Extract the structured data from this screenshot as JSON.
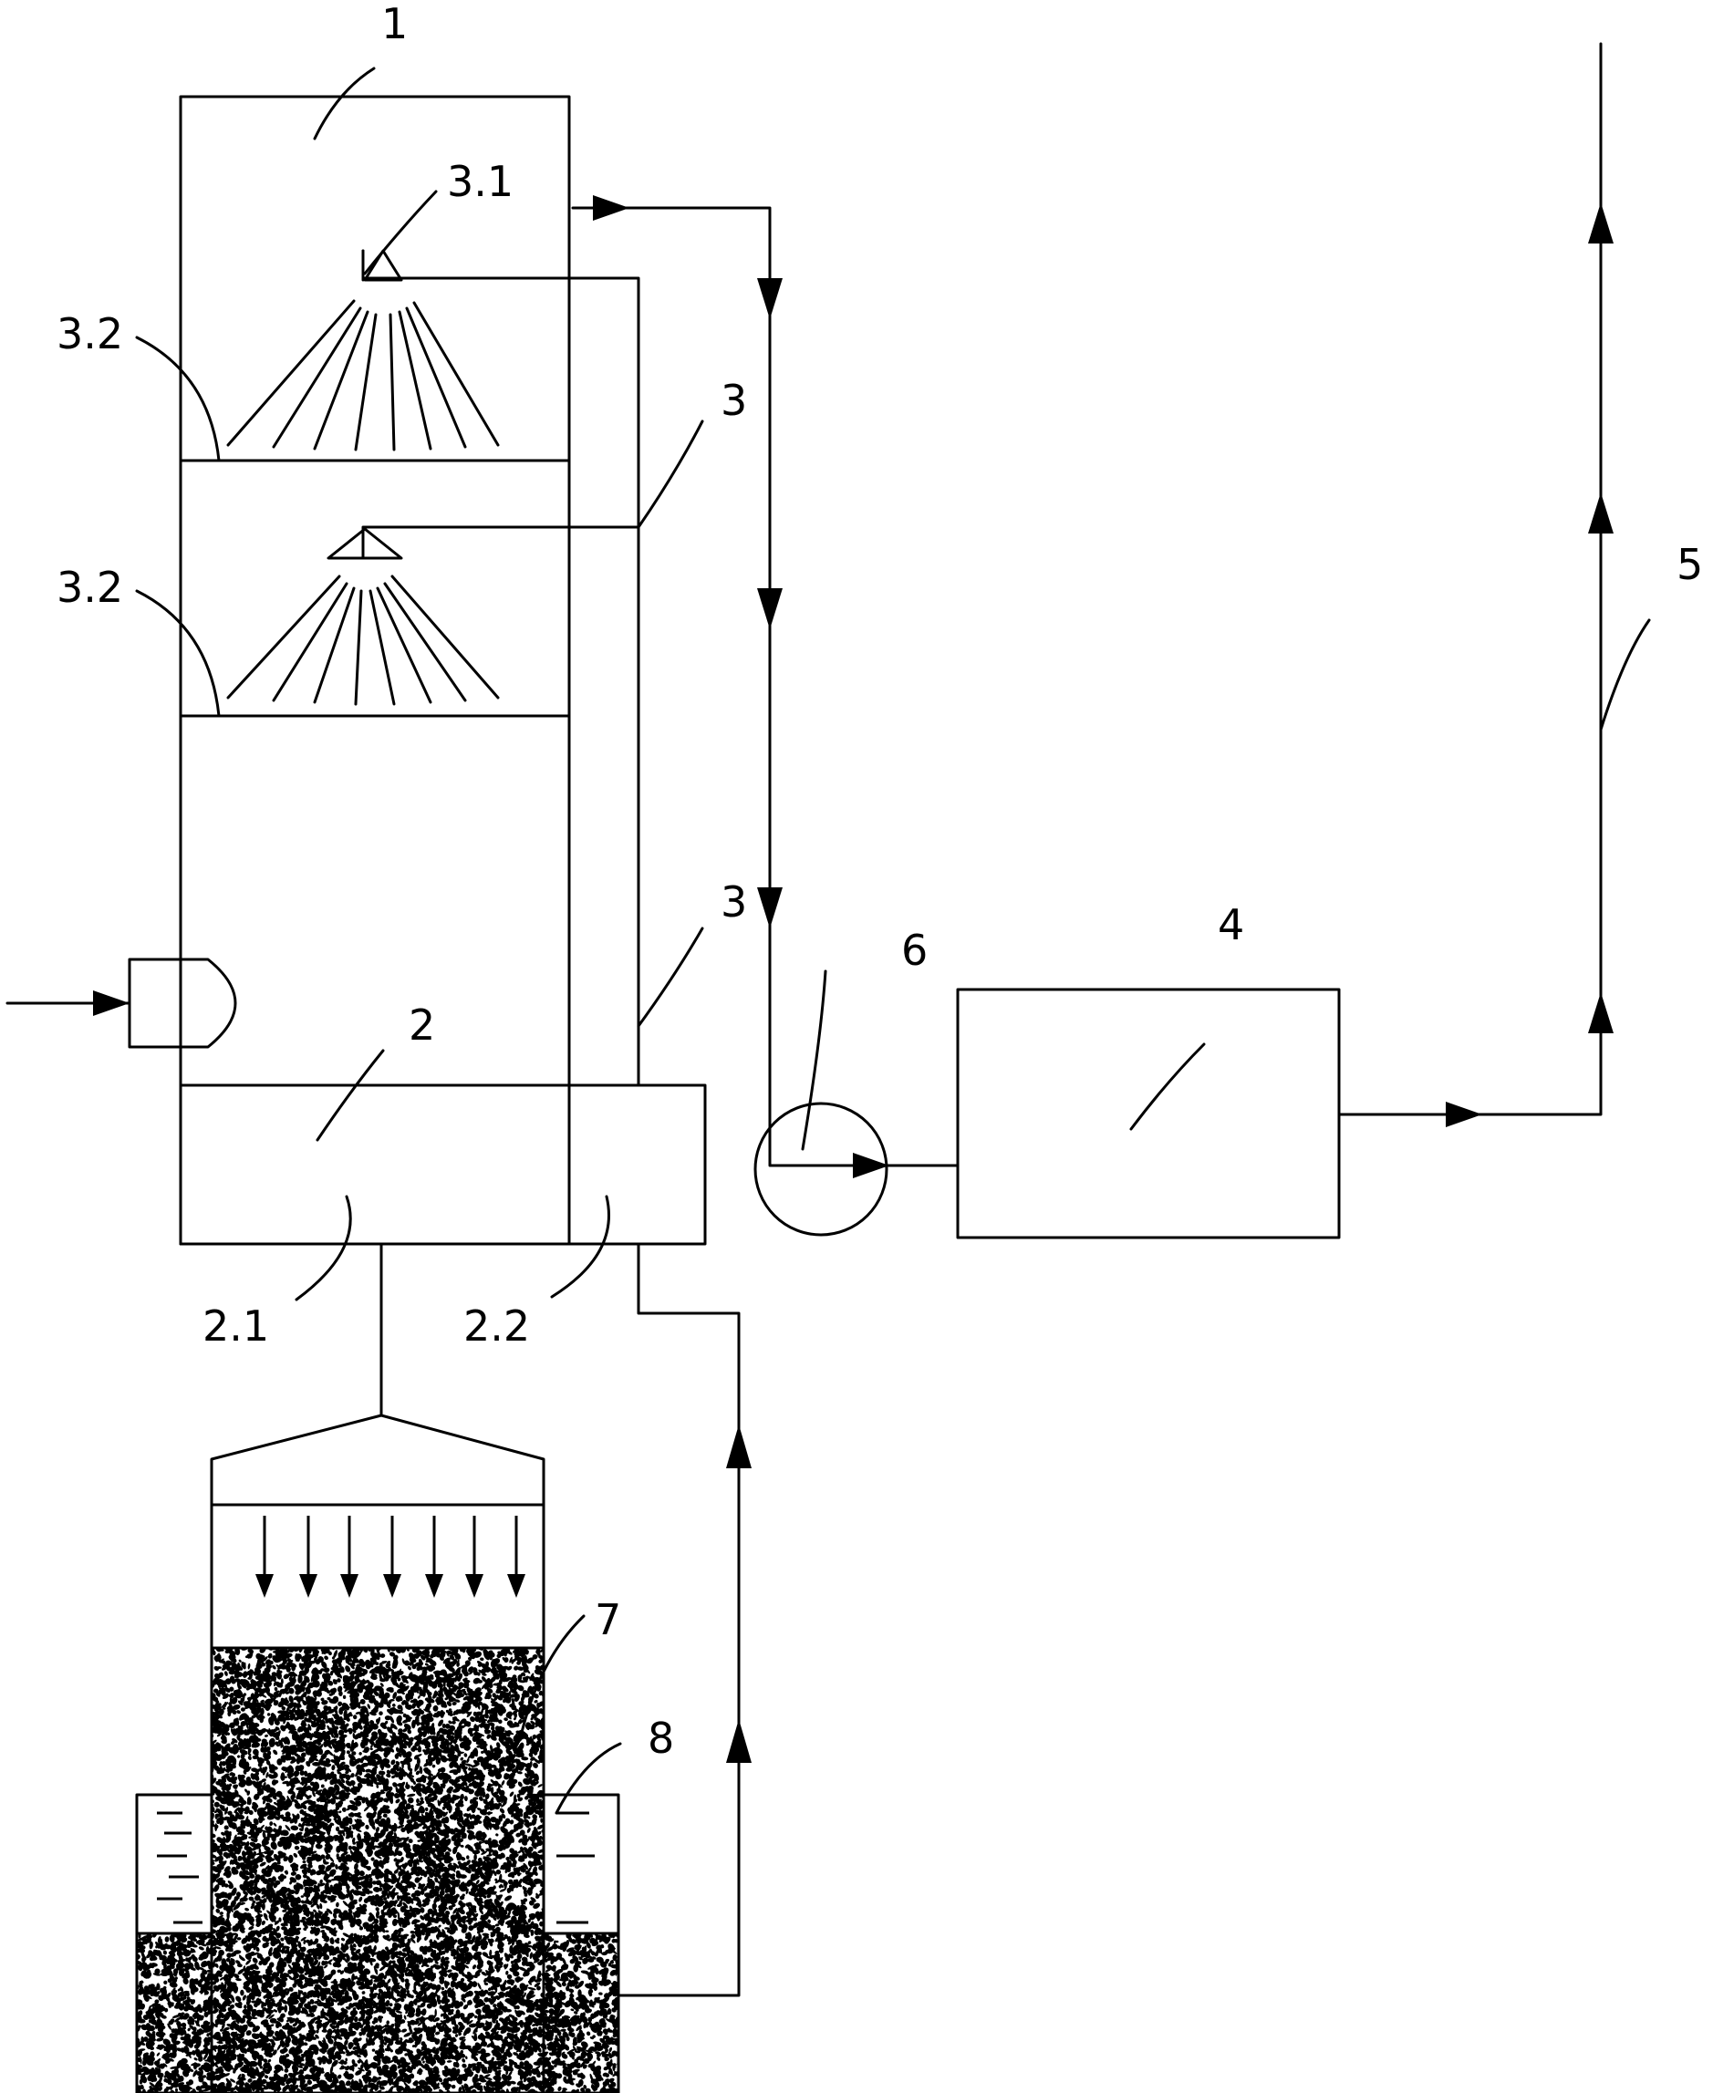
{
  "labels": {
    "tower": "1",
    "tank": "2",
    "tank_left": "2.1",
    "tank_right": "2.2",
    "pipe_upper": "3",
    "pipe_lower": "3",
    "nozzle": "3.1",
    "tray_upper": "3.2",
    "tray_lower": "3.2",
    "unit": "4",
    "stack": "5",
    "fan": "6",
    "bed": "7",
    "basin": "8"
  },
  "colors": {
    "line": "#000000",
    "background": "#ffffff"
  }
}
